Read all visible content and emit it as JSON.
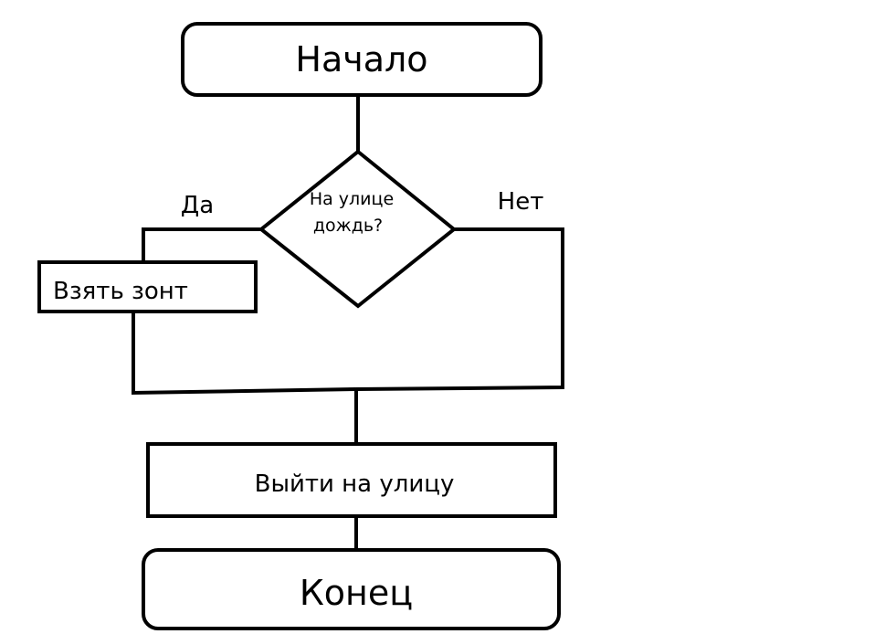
{
  "nodes": {
    "start": "Начало",
    "decision_line1": "На улице",
    "decision_line2": "дождь?",
    "take_umbrella": "Взять зонт",
    "go_outside": "Выйти на улицу",
    "end": "Конец"
  },
  "edges": {
    "yes": "Да",
    "no": "Нет"
  },
  "colors": {
    "stroke": "#000000",
    "background": "#ffffff"
  }
}
